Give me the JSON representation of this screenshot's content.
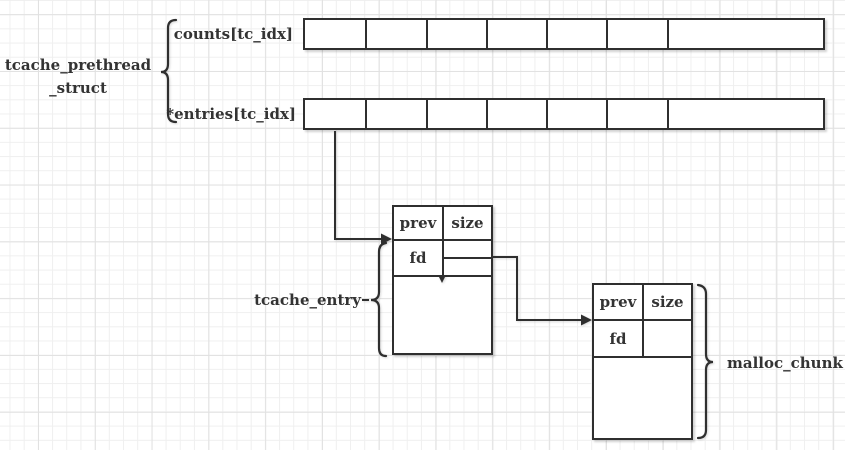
{
  "struct": {
    "label_line1": "tcache_prethread",
    "label_line2": "_struct"
  },
  "arrays": {
    "counts_label": "counts[tc_idx]",
    "entries_label": "*entries[tc_idx]",
    "cell_count": 7
  },
  "tcache_entry": {
    "label": "tcache_entry",
    "prev": "prev",
    "size": "size",
    "fd": "fd"
  },
  "malloc_chunk": {
    "label": "malloc_chunk",
    "prev": "prev",
    "size": "size",
    "fd": "fd"
  },
  "colors": {
    "stroke": "#2f2f2f",
    "background": "#ffffff",
    "grid_minor": "#efefef",
    "grid_major": "#e1e1e1"
  }
}
